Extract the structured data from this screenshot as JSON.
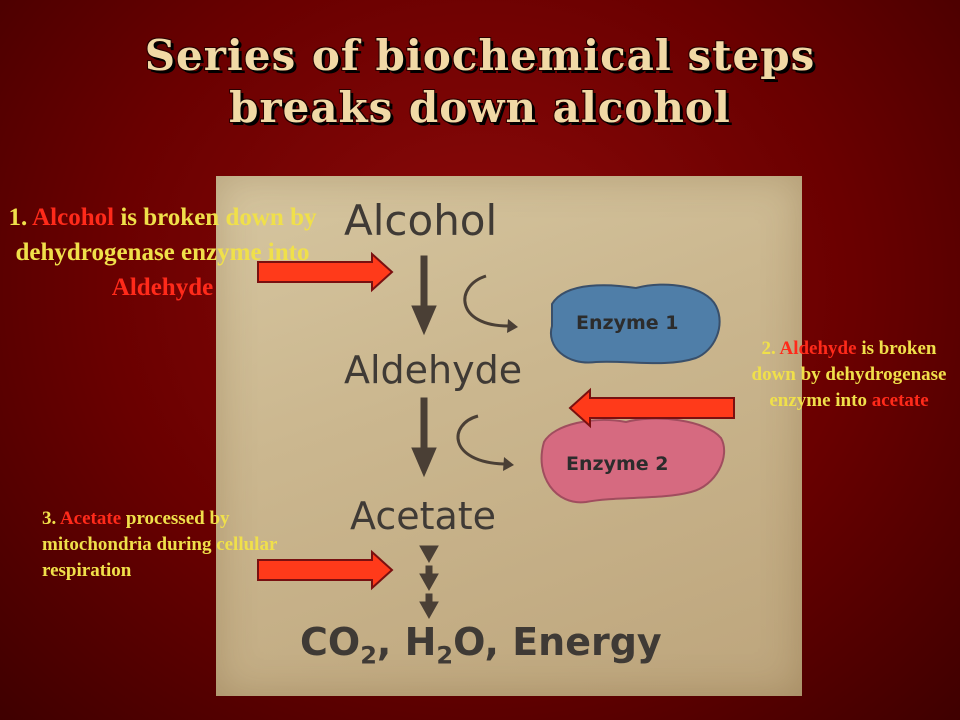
{
  "title": {
    "line1": "Series of biochemical steps",
    "line2": "breaks down alcohol"
  },
  "diagram": {
    "compounds": [
      "Alcohol",
      "Aldehyde",
      "Acetate"
    ],
    "enzymes": [
      "Enzyme 1",
      "Enzyme 2"
    ],
    "products": {
      "co": "CO",
      "sub2a": "2",
      "sep": ", H",
      "sub2b": "2",
      "rest": "O, Energy"
    }
  },
  "captions": {
    "step1": {
      "num": "1. ",
      "hl1": "Alcohol",
      "mid": " is broken down by dehydrogenase enzyme into ",
      "hl2": "Aldehyde"
    },
    "step2": {
      "num": "2. ",
      "hl1": "Aldehyde",
      "mid": " is broken down by dehydrogenase enzyme into ",
      "hl2": "acetate"
    },
    "step3": {
      "num": "3. ",
      "hl1": "Acetate",
      "mid": " processed by mitochondria during  cellular respiration"
    }
  },
  "colors": {
    "background": "#7a0000",
    "title": "#f1d9a6",
    "caption": "#f0e04a",
    "highlight": "#ff2a1a",
    "pointer_arrow": "#ff3a1a",
    "enzyme1": "#4f7ea8",
    "enzyme2": "#d66a80"
  }
}
